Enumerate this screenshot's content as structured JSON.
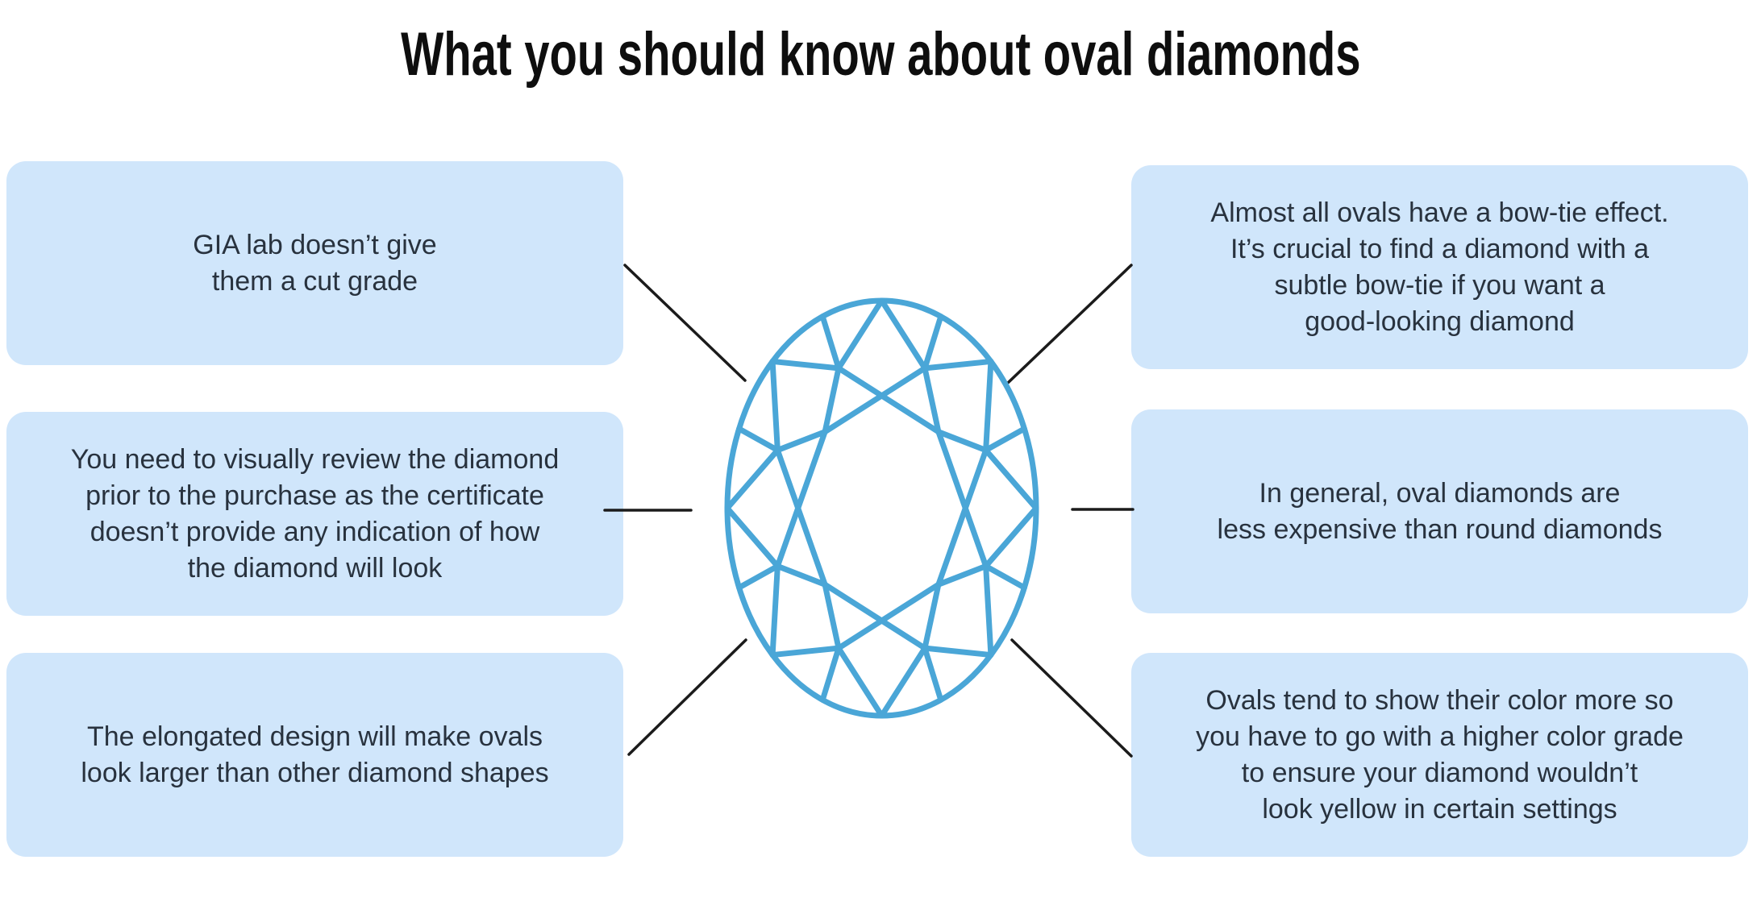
{
  "title": "What you should know about oval diamonds",
  "colors": {
    "background": "#ffffff",
    "box_bg": "#d0e6fb",
    "box_text": "#28323e",
    "title_text": "#0e0e0e",
    "diamond_stroke": "#4aa6d7",
    "connector_line": "#1b1b1b"
  },
  "center_graphic": "oval-brilliant-diamond-top-view",
  "boxes": {
    "left": [
      {
        "text": "GIA lab doesn’t give\nthem a cut grade"
      },
      {
        "text": "You need to visually review the diamond\nprior to the purchase as the certificate\ndoesn’t provide any indication of how\nthe diamond will look"
      },
      {
        "text": "The elongated design will make ovals\nlook larger than other diamond shapes"
      }
    ],
    "right": [
      {
        "text": "Almost all ovals have a bow-tie effect.\nIt’s crucial to find a diamond with a\nsubtle bow-tie if you want a\ngood-looking diamond"
      },
      {
        "text": "In general, oval diamonds are\nless expensive than round diamonds"
      },
      {
        "text": "Ovals tend to show their color more so\nyou have to go with a higher color grade\nto ensure your diamond wouldn’t\nlook yellow in certain settings"
      }
    ]
  }
}
